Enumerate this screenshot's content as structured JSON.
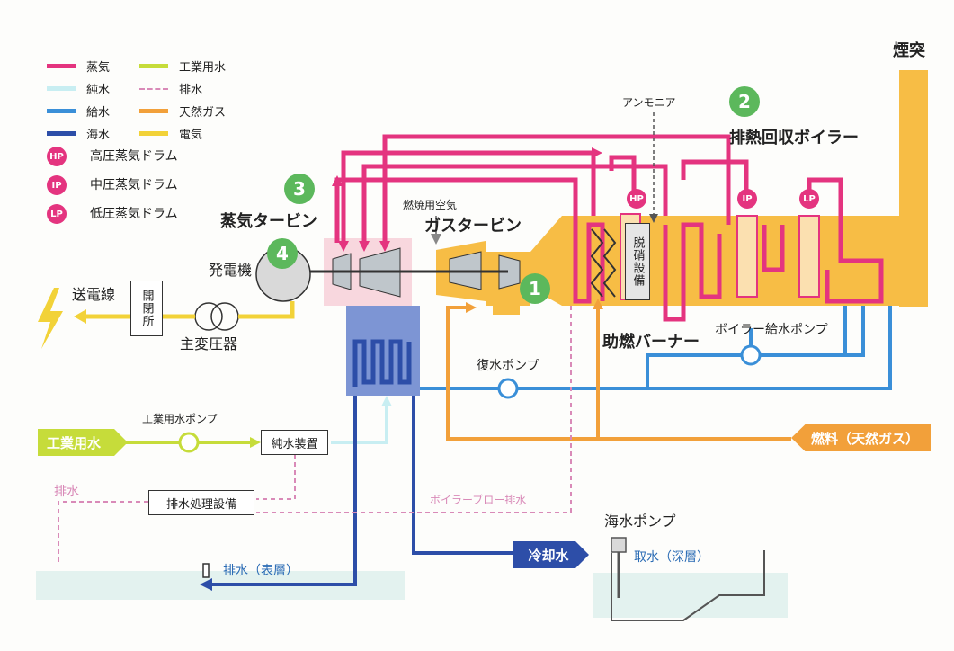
{
  "legend": {
    "items": [
      {
        "label": "蒸気",
        "color": "#e4347f",
        "style": "solid"
      },
      {
        "label": "純水",
        "color": "#c8eef2",
        "style": "solid"
      },
      {
        "label": "給水",
        "color": "#3a8fd8",
        "style": "solid"
      },
      {
        "label": "海水",
        "color": "#2d4ea8",
        "style": "solid"
      },
      {
        "label": "工業用水",
        "color": "#c6dc3a",
        "style": "solid"
      },
      {
        "label": "排水",
        "color": "#d98ab8",
        "style": "dashed"
      },
      {
        "label": "天然ガス",
        "color": "#f2a03a",
        "style": "solid"
      },
      {
        "label": "電気",
        "color": "#f2d238",
        "style": "solid"
      }
    ],
    "drums": [
      {
        "code": "HP",
        "label": "高圧蒸気ドラム"
      },
      {
        "code": "IP",
        "label": "中圧蒸気ドラム"
      },
      {
        "code": "LP",
        "label": "低圧蒸気ドラム"
      }
    ]
  },
  "numbers": {
    "n1": "1",
    "n2": "2",
    "n3": "3",
    "n4": "4"
  },
  "labels": {
    "chimney": "煙突",
    "hrsg": "排熱回収ボイラー",
    "ammonia": "アンモニア",
    "denox": "脱硝設備",
    "gas_turbine": "ガスタービン",
    "steam_turbine": "蒸気タービン",
    "combustion_air": "燃焼用空気",
    "generator": "発電機",
    "transmission": "送電線",
    "switchgear": "開閉所",
    "transformer": "主変圧器",
    "burner": "助燃バーナー",
    "feed_pump": "ボイラー給水ポンプ",
    "condensate_pump": "復水ポンプ",
    "industrial_pump": "工業用水ポンプ",
    "pure_water_unit": "純水装置",
    "wastewater_unit": "排水処理設備",
    "drain": "排水",
    "blowdown": "ボイラーブロー排水",
    "seawater_pump": "海水ポンプ",
    "intake": "取水（深層）",
    "discharge": "排水（表層）"
  },
  "tags": {
    "industrial_water": "工業用水",
    "fuel": "燃料（天然ガス）",
    "cooling_water": "冷却水"
  },
  "drums": {
    "hp": "HP",
    "ip": "IP",
    "lp": "LP"
  },
  "colors": {
    "steam": "#e4347f",
    "pure": "#c8eef2",
    "feed": "#3a8fd8",
    "sea": "#2d4ea8",
    "industrial": "#c6dc3a",
    "drain": "#d98ab8",
    "gas": "#f2a03a",
    "elec": "#f2d238",
    "hrsg": "#f7bd45",
    "green": "#5cb85c"
  }
}
